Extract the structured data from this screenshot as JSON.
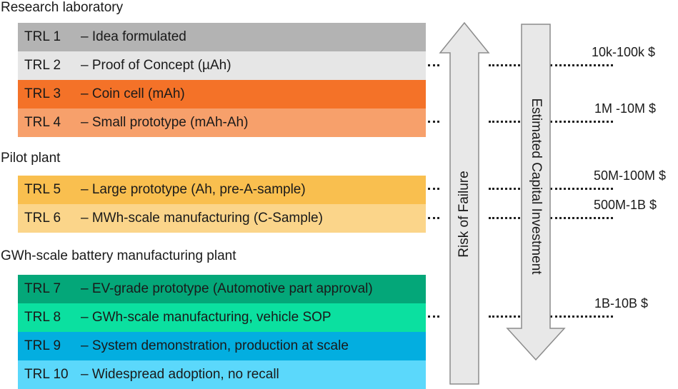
{
  "sections": [
    {
      "title": "Research laboratory"
    },
    {
      "title": "Pilot plant"
    },
    {
      "title": "GWh-scale battery manufacturing plant"
    }
  ],
  "trl_levels": [
    {
      "id": "TRL 1",
      "desc": "– Idea formulated",
      "color": "#b3b3b3"
    },
    {
      "id": "TRL 2",
      "desc": "– Proof of Concept (µAh)",
      "color": "#e6e6e6"
    },
    {
      "id": "TRL 3",
      "desc": "– Coin cell (mAh)",
      "color": "#f47228"
    },
    {
      "id": "TRL 4",
      "desc": "– Small prototype (mAh-Ah)",
      "color": "#f7a06b"
    },
    {
      "id": "TRL 5",
      "desc": "– Large prototype (Ah, pre-A-sample)",
      "color": "#f9bf4f"
    },
    {
      "id": "TRL 6",
      "desc": "– MWh-scale manufacturing (C-Sample)",
      "color": "#fbd58a"
    },
    {
      "id": "TRL 7",
      "desc": "– EV-grade prototype (Automotive part approval)",
      "color": "#04a779"
    },
    {
      "id": "TRL 8",
      "desc": "– GWh-scale manufacturing, vehicle SOP",
      "color": "#0be0a0"
    },
    {
      "id": "TRL 9",
      "desc": "– System demonstration, production at scale",
      "color": "#03aee0"
    },
    {
      "id": "TRL 10",
      "desc": "– Widespread adoption, no recall",
      "color": "#5bd8fb"
    }
  ],
  "arrows": {
    "risk_label": "Risk of Failure",
    "investment_label": "Estimated Capital Investment",
    "fill_color": "#e8e8e8",
    "stroke_color": "#8c8c8c"
  },
  "investment_costs": [
    {
      "label": "10k-100k $"
    },
    {
      "label": "1M -10M $"
    },
    {
      "label": "50M-100M $"
    },
    {
      "label": "500M-1B $"
    },
    {
      "label": "1B-10B $"
    }
  ]
}
